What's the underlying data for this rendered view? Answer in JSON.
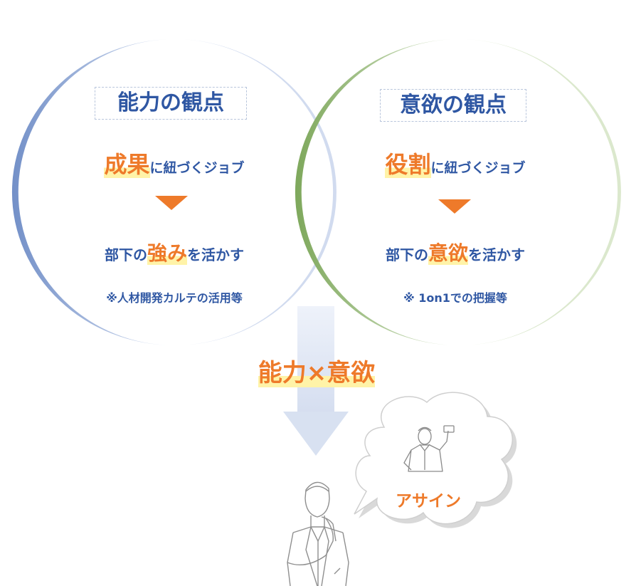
{
  "left_circle": {
    "heading": "能力の観点",
    "highlight": "成果",
    "job_suffix": "に紐づくジョブ",
    "talent_prefix": "部下の",
    "talent_highlight": "強み",
    "talent_suffix": "を活かす",
    "note": "※人材開発カルテの活用等",
    "color": "#6f8cc9"
  },
  "right_circle": {
    "heading": "意欲の観点",
    "highlight": "役割",
    "job_suffix": "に紐づくジョブ",
    "talent_prefix": "部下の",
    "talent_highlight": "意欲",
    "talent_suffix": "を活かす",
    "note": "※ 1on1での把握等",
    "color": "#82ad5f"
  },
  "combination": "能力×意欲",
  "thought_bubble": {
    "label": "アサイン"
  },
  "colors": {
    "heading_blue": "#2f57a3",
    "accent_orange": "#ee7a2a",
    "highlight_yellow": "#fff3a8",
    "arrow_light_blue": "#dfe6f4"
  },
  "icons": {
    "arrow": "down-arrow-icon",
    "person": "thinking-businessman-icon",
    "bubble_person": "presenting-businessman-icon"
  }
}
